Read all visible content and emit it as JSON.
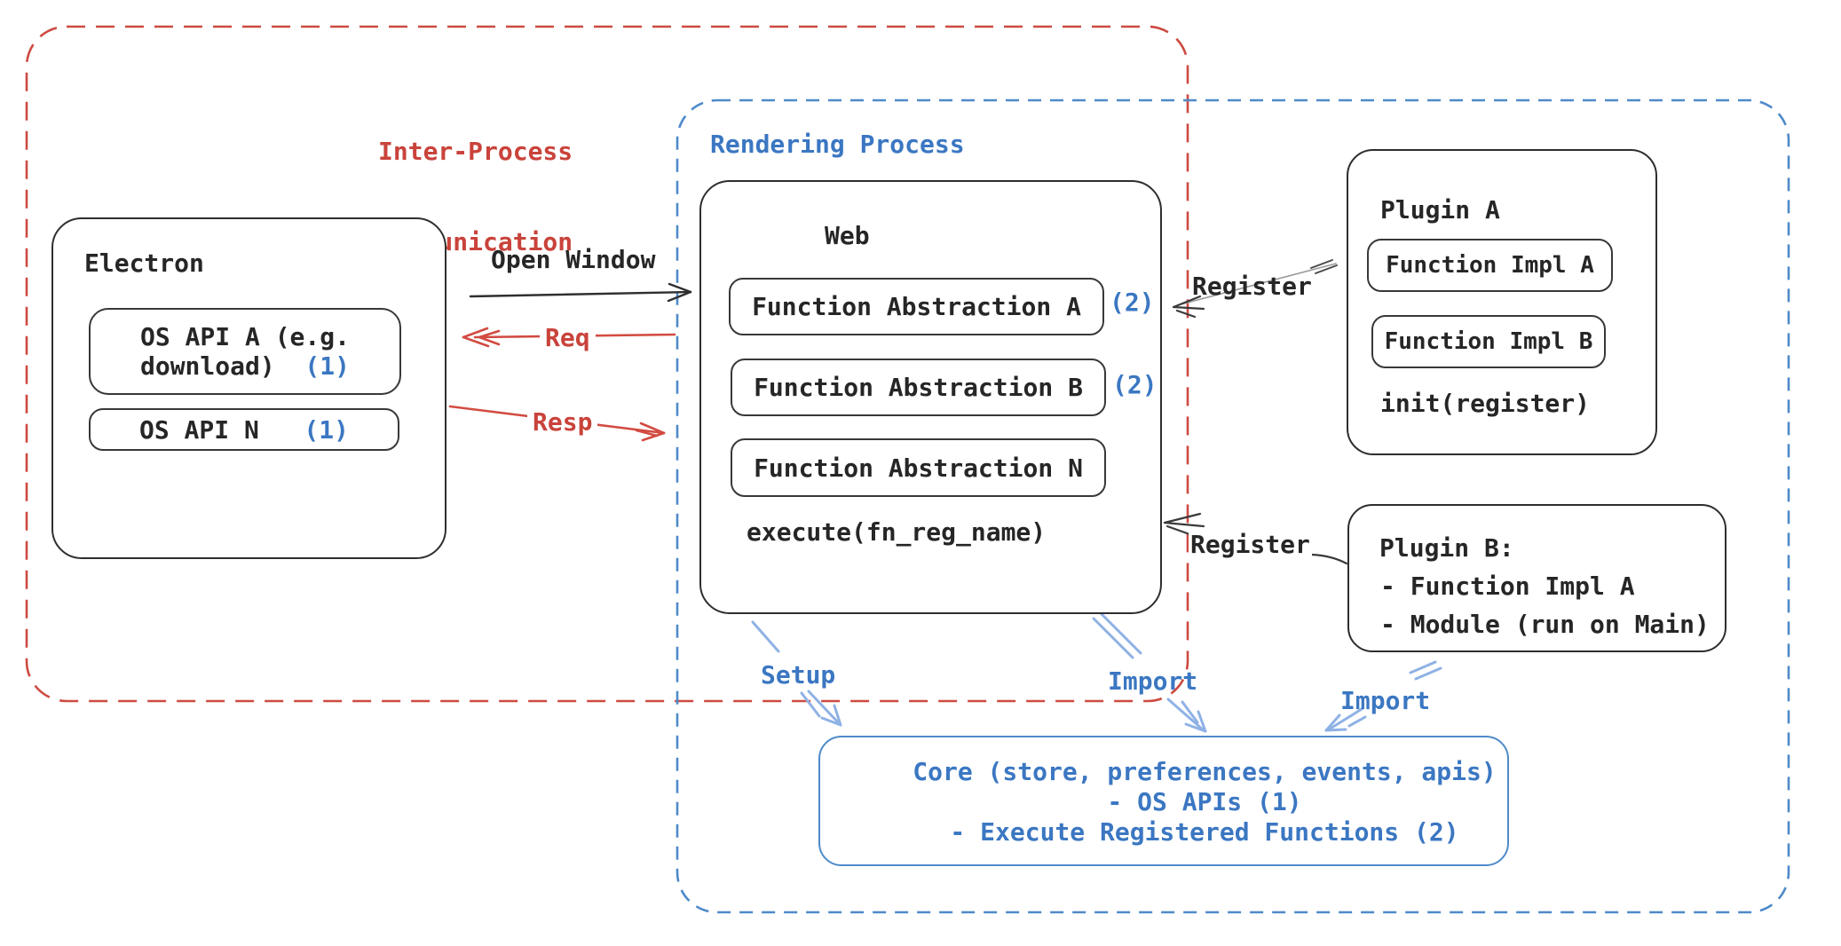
{
  "regions": {
    "ipc": {
      "title_line1": "Inter-Process",
      "title_line2": "Communication"
    },
    "rendering": {
      "title": "Rendering Process"
    }
  },
  "electron": {
    "title": "Electron",
    "os_api_a": {
      "line1": "OS API A (e.g.",
      "line2": "download)",
      "ref": "(1)"
    },
    "os_api_n": {
      "label": "OS API N",
      "ref": "(1)"
    }
  },
  "web": {
    "title": "Web",
    "abstractions": [
      {
        "label": "Function Abstraction A",
        "ref": "(2)"
      },
      {
        "label": "Function Abstraction B",
        "ref": "(2)"
      },
      {
        "label": "Function Abstraction N",
        "ref": ""
      }
    ],
    "execute": "execute(fn_reg_name)"
  },
  "plugin_a": {
    "title": "Plugin A",
    "impl_a": "Function Impl A",
    "impl_b": "Function Impl B",
    "init": "init(register)"
  },
  "plugin_b": {
    "title": "Plugin B:",
    "item1": "- Function Impl A",
    "item2": "- Module (run on Main)"
  },
  "core": {
    "line1": "Core (store, preferences, events, apis)",
    "line2": "- OS APIs (1)",
    "line3": "- Execute Registered Functions (2)"
  },
  "labels": {
    "open_window": "Open Window",
    "req": "Req",
    "resp": "Resp",
    "register_a": "Register",
    "register_b": "Register",
    "setup": "Setup",
    "import_web": "Import",
    "import_plugin": "Import"
  },
  "colors": {
    "red": "#c9433b",
    "blue": "#3b77c2",
    "arrow_blue": "#8fb2e5",
    "ink": "#2b2b2b",
    "background": "#ffffff"
  }
}
